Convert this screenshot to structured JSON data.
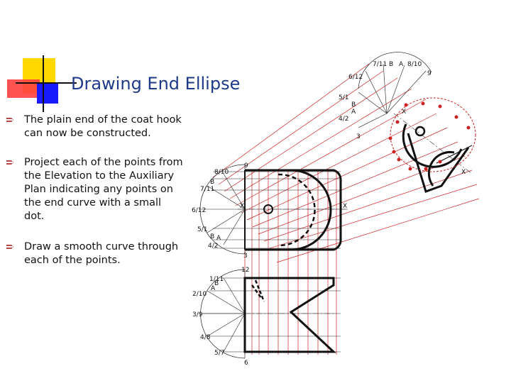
{
  "slide": {
    "title": "Drawing End Ellipse",
    "bullets": [
      "The plain end of the coat hook can now be constructed.",
      "Project each of the points from the Elevation to the Auxiliary Plan indicating any points on the end curve with a small dot.",
      "Draw a smooth curve through each of the points."
    ]
  },
  "drawing": {
    "aux_labels": {
      "top": "7/11",
      "b": "B",
      "a": "A",
      "r": "8/10",
      "nine": "9",
      "six12": "6/12",
      "five1": "5/1",
      "b2": "B",
      "a2": "A",
      "four2": "4/2",
      "three": "3"
    },
    "elev_labels": {
      "eight10": "8/10",
      "nine": "9",
      "b": "B",
      "seven11": "7/11",
      "six12": "6/12",
      "x1": "X",
      "x2": "X",
      "five1": "5/1",
      "b2": "B",
      "a": "A",
      "four2": "4/2",
      "three": "3"
    },
    "plan_labels": {
      "twelve": "12",
      "one11": "1/11",
      "b": "B",
      "a": "A",
      "two10": "2/10",
      "three9": "3/9",
      "four8": "4/8",
      "five7": "5/7",
      "six": "6"
    },
    "x_marks": [
      "X",
      "X"
    ]
  },
  "colors": {
    "title": "#1f3a8a",
    "projection_lines": "#cc2222",
    "construction": "#111111",
    "accent_yellow": "#ffd800",
    "accent_red": "#ff3030",
    "accent_blue": "#1a1aff"
  }
}
